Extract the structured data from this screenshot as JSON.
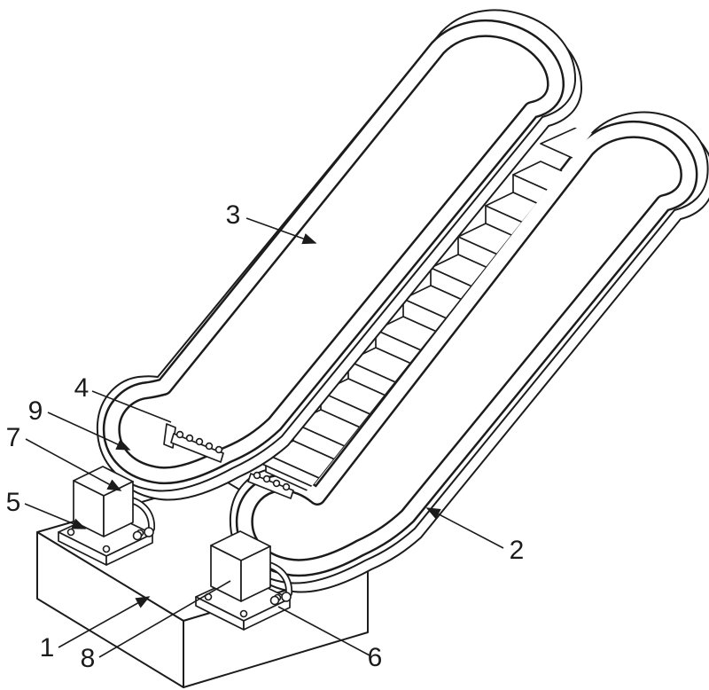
{
  "figure": {
    "background_color": "#ffffff",
    "line_color": "#1c1c1c",
    "label_color": "#1b1b1b",
    "reference_labels": [
      {
        "text": "1"
      },
      {
        "text": "2"
      },
      {
        "text": "3"
      },
      {
        "text": "4"
      },
      {
        "text": "5"
      },
      {
        "text": "6"
      },
      {
        "text": "7"
      },
      {
        "text": "8"
      },
      {
        "text": "9"
      }
    ]
  }
}
